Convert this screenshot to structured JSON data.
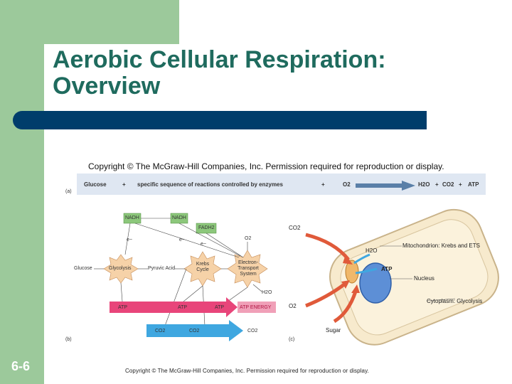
{
  "slide": {
    "title_line1": "Aerobic Cellular Respiration:",
    "title_line2": "Overview",
    "page_number": "6-6",
    "footer": "Copyright © The McGraw-Hill Companies, Inc. Permission required for reproduction or display."
  },
  "figure": {
    "copyright": "Copyright © The McGraw-Hill Companies, Inc.  Permission required for reproduction or display.",
    "part_a": {
      "label": "(a)",
      "glucose": "Glucose",
      "plus1": "+",
      "reactions": "specific sequence of reactions controlled by enzymes",
      "plus2": "+",
      "o2": "O2",
      "h2o": "H2O",
      "plus3": "+",
      "co2": "CO2",
      "plus4": "+",
      "atp": "ATP"
    },
    "part_b": {
      "label": "(b)",
      "nadh1": "NADH",
      "nadh2": "NADH",
      "fadh2": "FADH2",
      "e1": "e−",
      "e2": "e−",
      "e3": "e−",
      "o2": "O2",
      "glucose": "Glucose",
      "glycolysis": "Glycolysis",
      "pyruvic": "Pyruvic Acid",
      "krebs": "Krebs Cycle",
      "ets": "Electron-Transport System",
      "h2o": "H2O",
      "atp1": "ATP",
      "atp2": "ATP",
      "atp3": "ATP",
      "atp_energy": "ATP ENERGY",
      "co2_1": "CO2",
      "co2_2": "CO2",
      "co2_3": "CO2"
    },
    "part_c": {
      "label": "(c)",
      "co2": "CO2",
      "h2o": "H2O",
      "atp": "ATP",
      "o2": "O2",
      "sugar": "Sugar",
      "mito": "Mitochondrion: Krebs and ETS",
      "nucleus": "Nucleus",
      "cytoplasm": "Cytoplasm: Glycolysis"
    }
  },
  "colors": {
    "sidebar": "#9cc99b",
    "title": "#1f6b5e",
    "bar": "#003d6b",
    "atp_arrow": "#e8457a",
    "co2_arrow": "#3fa7e0",
    "nadh_box": "#8cc77b",
    "star": "#f6d2a8"
  }
}
